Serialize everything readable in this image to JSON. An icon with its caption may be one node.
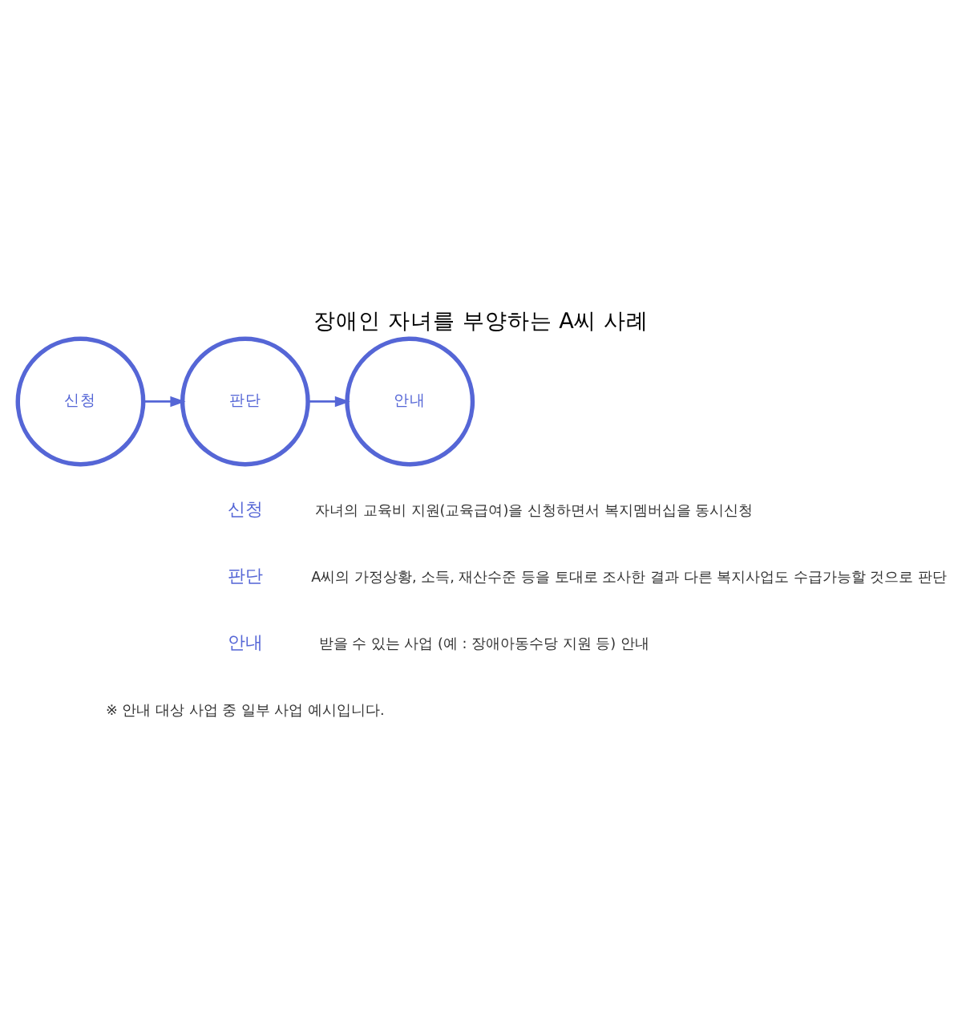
{
  "diagram": {
    "title": "장애인 자녀를 부양하는 A씨 사례",
    "nodes": [
      {
        "text": [
          "신청"
        ]
      },
      {
        "text": [
          "판단"
        ]
      },
      {
        "text": [
          "안내"
        ]
      }
    ],
    "edges": [
      {
        "from": 0,
        "to": 1,
        "arrow": "to"
      },
      {
        "from": 1,
        "to": 2,
        "arrow": "to"
      }
    ],
    "labels": [
      "신청",
      "자녀의 교육비 지원(교육급여)을 신청하면서 복지멤버십을 동시신청",
      "판단",
      "A씨의 가정상황, 소득, 재산수준 등을 토대로 조사한 결과 다른 복지사업도 수급가능할 것으로 판단",
      "안내",
      "받을 수 있는 사업 (예 : 장애아동수당 지원 등) 안내",
      "※ 안내 대상 사업 중 일부 사업 예시입니다."
    ]
  }
}
